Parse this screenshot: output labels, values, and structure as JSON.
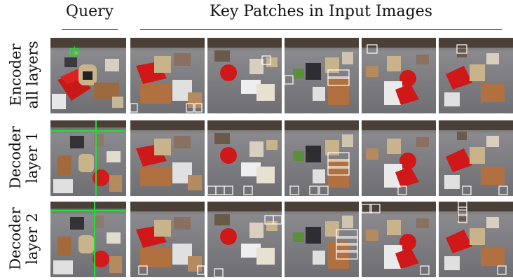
{
  "header": {
    "query": "Query",
    "key_patches": "Key Patches in Input Images"
  },
  "rows": [
    {
      "line1": "Encoder",
      "line2": "all layers"
    },
    {
      "line1": "Decoder",
      "line2": "layer 1"
    },
    {
      "line1": "Decoder",
      "line2": "layer 2"
    }
  ],
  "colors": {
    "query_marker": "#22dd33",
    "patch_box": "#ffffff",
    "floor": "#7d7d80",
    "red_object": "#d01818",
    "wood": "#b07040"
  },
  "icons": {
    "scene": "cluttered-objects-scene",
    "query_marker": "green-crosshair"
  }
}
